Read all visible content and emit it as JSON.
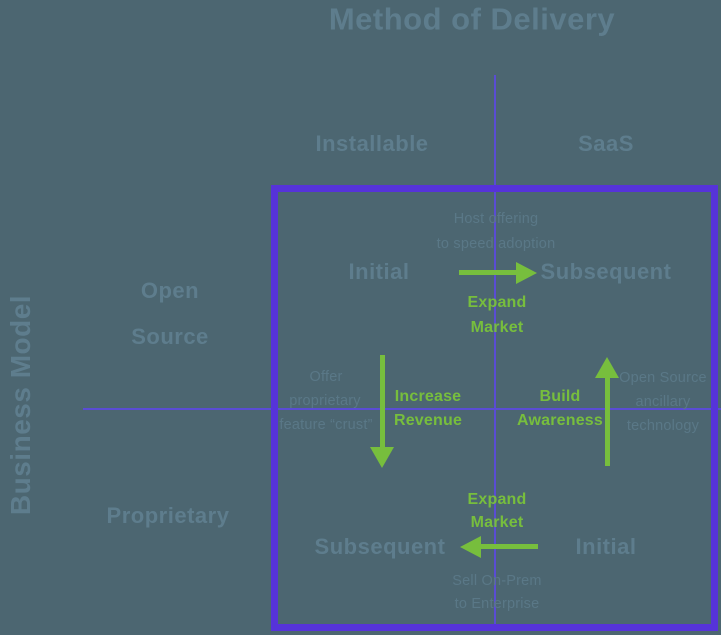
{
  "colors": {
    "bg": "#4C6671",
    "ink": "#5E7D8D",
    "ink-soft": "#5A7887",
    "green": "#77BE3D",
    "box": "#5633D9",
    "axis": "#5A4CD4"
  },
  "title": "Method of Delivery",
  "y_axis": {
    "title": "Business Model"
  },
  "columns": [
    "Installable",
    "SaaS"
  ],
  "rows": {
    "open_source": [
      "Open",
      "Source"
    ],
    "proprietary": "Proprietary"
  },
  "flows": {
    "top": {
      "note": [
        "Host offering",
        "to speed adoption"
      ],
      "from_label": "Initial",
      "to_label": "Subsequent",
      "action": [
        "Expand",
        "Market"
      ]
    },
    "left": {
      "note": [
        "Offer",
        "proprietary",
        "feature “crust”"
      ],
      "action": [
        "Increase",
        "Revenue"
      ]
    },
    "right": {
      "note": [
        "Open Source",
        "ancillary",
        "technology"
      ],
      "action": [
        "Build",
        "Awareness"
      ]
    },
    "bottom": {
      "note": [
        "Sell On-Prem",
        "to Enterprise"
      ],
      "from_label": "Initial",
      "to_label": "Subsequent",
      "action": [
        "Expand",
        "Market"
      ]
    }
  }
}
